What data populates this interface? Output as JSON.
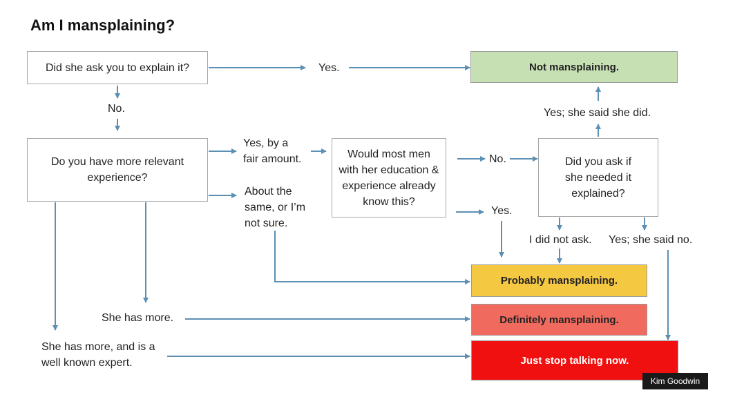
{
  "title": "Am I mansplaining?",
  "colors": {
    "arrow": "#5b8fb3",
    "not_mansplaining": "#c6e0b4",
    "probably": "#f5c842",
    "definitely": "#f06a5e",
    "stop": "#f01010"
  },
  "nodes": {
    "q_asked": "Did she ask you to explain it?",
    "q_experience": "Do you have more relevant experience?",
    "q_most_men": "Would most men with her education & experience already know this?",
    "q_did_you_ask": "Did you ask if she needed it explained?",
    "o_not": "Not mansplaining.",
    "o_probably": "Probably mansplaining.",
    "o_definitely": "Definitely mansplaining.",
    "o_stop": "Just stop talking now."
  },
  "edge_labels": {
    "yes_top": "Yes.",
    "no_left": "No.",
    "yes_fair": "Yes, by a\nfair amount.",
    "about_same": "About the\nsame, or I’m\nnot sure.",
    "no_mid": "No.",
    "yes_mid": "Yes.",
    "yes_she_did": "Yes; she said she did.",
    "did_not_ask": "I did not ask.",
    "yes_said_no": "Yes; she said no.",
    "she_has_more": "She has more.",
    "she_has_more_expert": "She has more, and is a\nwell known expert."
  },
  "credit": "Kim Goodwin"
}
